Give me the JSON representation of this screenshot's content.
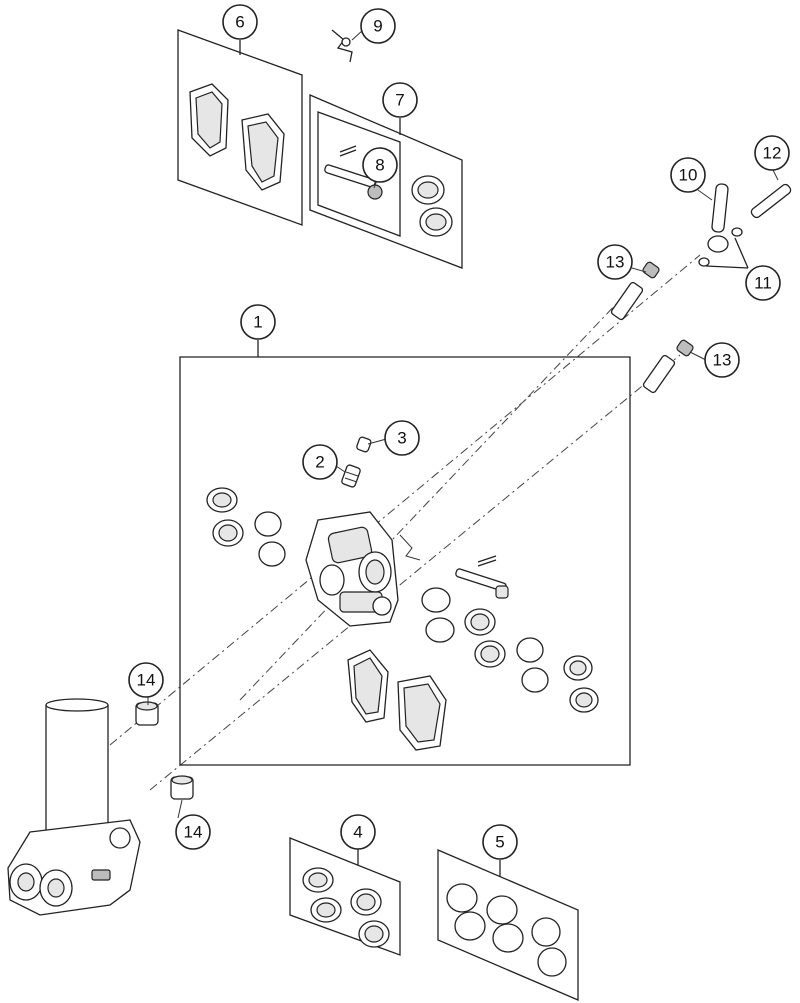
{
  "callouts": [
    {
      "id": "c1",
      "label": "1"
    },
    {
      "id": "c2",
      "label": "2"
    },
    {
      "id": "c3",
      "label": "3"
    },
    {
      "id": "c4",
      "label": "4"
    },
    {
      "id": "c5",
      "label": "5"
    },
    {
      "id": "c6",
      "label": "6"
    },
    {
      "id": "c7",
      "label": "7"
    },
    {
      "id": "c8",
      "label": "8"
    },
    {
      "id": "c9",
      "label": "9"
    },
    {
      "id": "c10",
      "label": "10"
    },
    {
      "id": "c11",
      "label": "11"
    },
    {
      "id": "c12",
      "label": "12"
    },
    {
      "id": "c13a",
      "label": "13"
    },
    {
      "id": "c13b",
      "label": "13"
    },
    {
      "id": "c14a",
      "label": "14"
    },
    {
      "id": "c14b",
      "label": "14"
    }
  ]
}
